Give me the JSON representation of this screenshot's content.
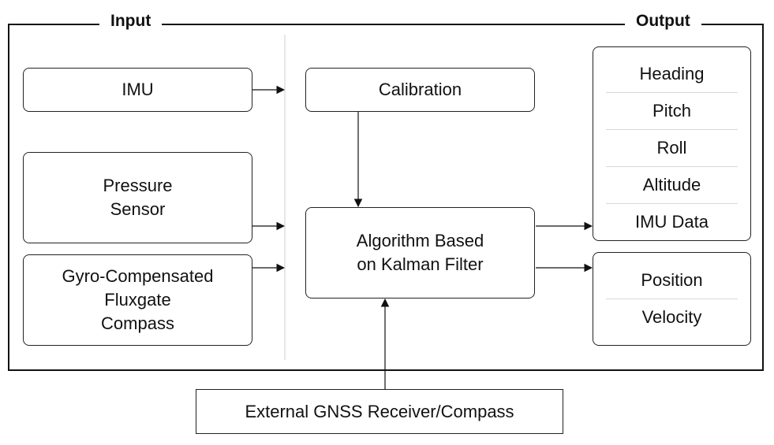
{
  "labels": {
    "input": "Input",
    "output": "Output"
  },
  "inputs": {
    "imu": "IMU",
    "pressure": "Pressure\nSensor",
    "compass": "Gyro-Compensated\nFluxgate\nCompass"
  },
  "processing": {
    "calibration": "Calibration",
    "kalman": "Algorithm Based\non Kalman Filter"
  },
  "outputs": {
    "group1": [
      "Heading",
      "Pitch",
      "Roll",
      "Altitude",
      "IMU Data"
    ],
    "group2": [
      "Position",
      "Velocity"
    ]
  },
  "external": "External GNSS Receiver/Compass"
}
